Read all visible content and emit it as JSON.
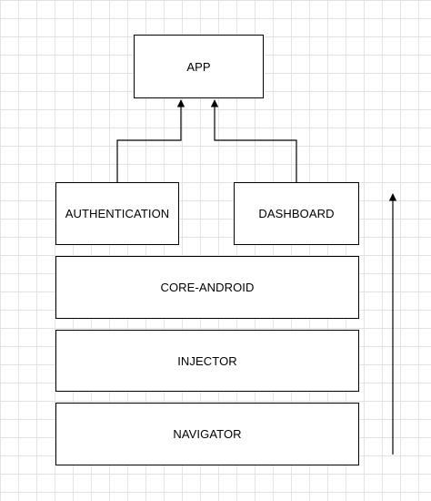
{
  "diagram": {
    "nodes": {
      "app": "APP",
      "authentication": "AUTHENTICATION",
      "dashboard": "DASHBOARD",
      "core_android": "CORE-ANDROID",
      "injector": "INJECTOR",
      "navigator": "NAVIGATOR"
    },
    "edges": [
      {
        "from": "authentication",
        "to": "app"
      },
      {
        "from": "dashboard",
        "to": "app"
      }
    ],
    "colors": {
      "stroke": "#000000",
      "grid": "#e3e3e3",
      "background": "#ffffff"
    }
  }
}
